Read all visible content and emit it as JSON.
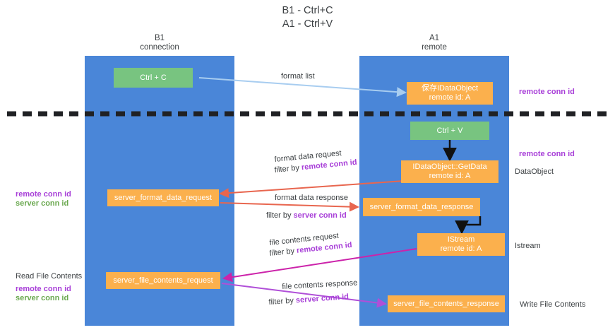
{
  "title": "B1 - Ctrl+C\nA1 - Ctrl+V",
  "colors": {
    "lane": "#4a86d8",
    "green_box": "#78c480",
    "orange_box": "#fbb04d",
    "purple_text": "#a83fd8",
    "green_text": "#6aa84f",
    "arrow_blue": "#a8cdf0",
    "arrow_red": "#e8664f",
    "arrow_magenta": "#cc23aa",
    "arrow_violet": "#b04fd8",
    "arrow_black": "#000000",
    "divider": "#202124"
  },
  "columns": [
    {
      "id": "b1",
      "line1": "B1",
      "line2": "connection"
    },
    {
      "id": "a1",
      "line1": "A1",
      "line2": "remote"
    }
  ],
  "boxes": [
    {
      "id": "ctrl-c",
      "label": "Ctrl + C",
      "style": "green"
    },
    {
      "id": "save-idataobject",
      "label": "保存IDataObject\nremote id: A",
      "style": "orange"
    },
    {
      "id": "ctrl-v",
      "label": "Ctrl + V",
      "style": "green"
    },
    {
      "id": "idataobject-getdata",
      "label": "IDataObject::GetData\nremote id: A",
      "style": "orange"
    },
    {
      "id": "server-format-data-request",
      "label": "server_format_data_request",
      "style": "orange"
    },
    {
      "id": "server-format-data-response",
      "label": "server_format_data_response",
      "style": "orange"
    },
    {
      "id": "istream",
      "label": "IStream\nremote id: A",
      "style": "orange"
    },
    {
      "id": "server-file-contents-request",
      "label": "server_file_contents_request",
      "style": "orange"
    },
    {
      "id": "server-file-contents-response",
      "label": "server_file_contents_response",
      "style": "orange"
    }
  ],
  "edge_labels": {
    "format_list": "format list",
    "format_data_request": "format data request",
    "format_data_request_filter_prefix": "filter by ",
    "format_data_request_filter_key": "remote conn id",
    "format_data_response": "format data response",
    "format_data_response_filter_prefix": "filter by ",
    "format_data_response_filter_key": "server conn id",
    "file_contents_request": "file contents request",
    "file_contents_request_filter_prefix": "filter by ",
    "file_contents_request_filter_key": "remote conn id",
    "file_contents_response": "file contents response",
    "file_contents_response_filter_prefix": "filter by ",
    "file_contents_response_filter_key": "server conn id"
  },
  "annotations": {
    "right_remote_conn_id_top": "remote conn id",
    "right_remote_conn_id_mid": "remote conn id",
    "right_dataobject": "DataObject",
    "right_istream": "Istream",
    "right_write_file_contents": "Write File Contents",
    "left_remote_conn_id": "remote conn id",
    "left_server_conn_id": "server conn id",
    "left_read_file_contents": "Read File Contents",
    "left_remote_conn_id_2": "remote conn id",
    "left_server_conn_id_2": "server conn id"
  }
}
